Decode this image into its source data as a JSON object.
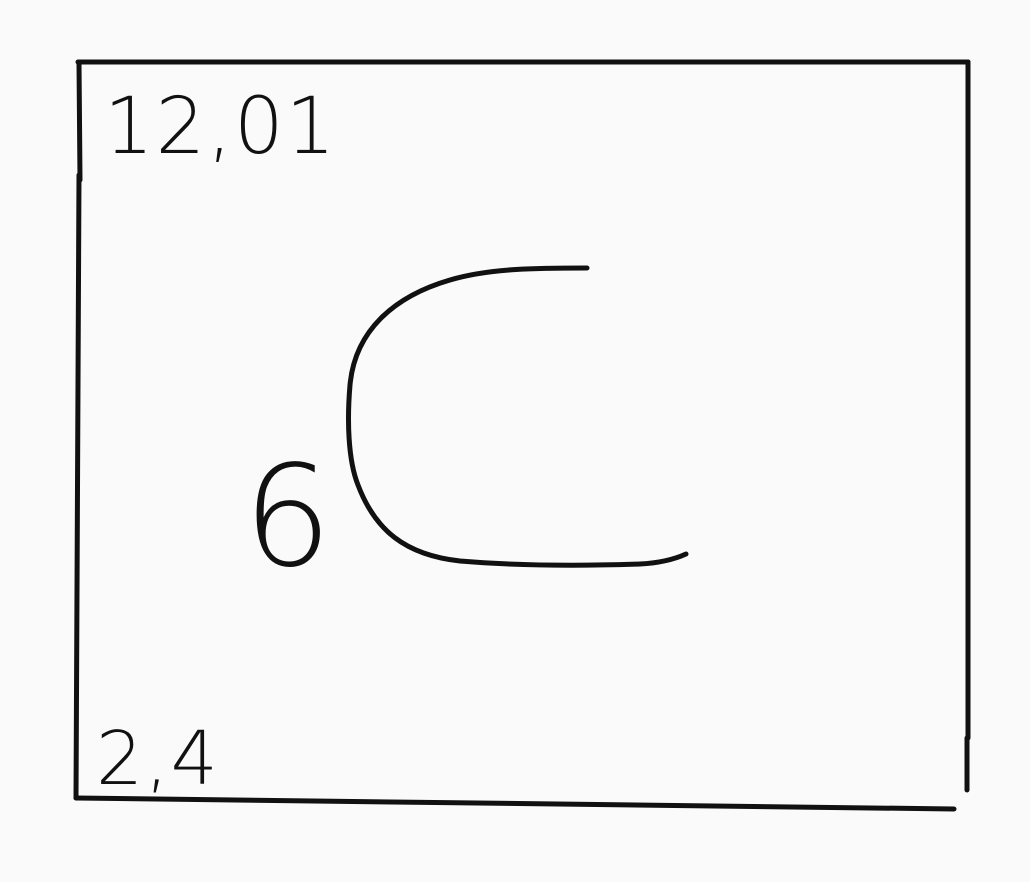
{
  "labels": {
    "top_left": "12,01",
    "bottom_left": "2,4",
    "middle": "6"
  },
  "colors": {
    "background": "#fafafa",
    "ink": "#111111"
  }
}
